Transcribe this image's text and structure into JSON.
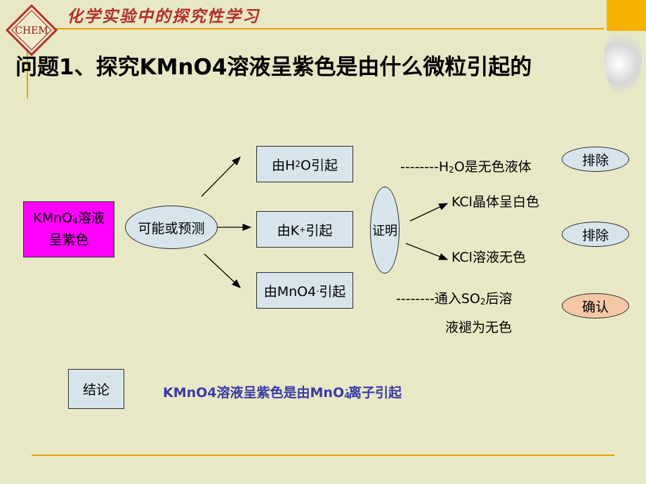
{
  "header": {
    "title": "化学实验中的探究性学习",
    "logo_text": "CHEM"
  },
  "question": "问题1、探究KMnO4溶液呈紫色是由什么微粒引起的",
  "start": {
    "line1_a": "KMnO",
    "line1_sub": "4",
    "line1_b": "溶液",
    "line2": "呈紫色"
  },
  "possible": "可能或预测",
  "options": {
    "h2o": {
      "a": "由H",
      "sub": "2",
      "b": "O引起"
    },
    "k": {
      "a": "由K",
      "sup": "+",
      "b": "引起"
    },
    "mno4": {
      "a": "由MnO4",
      "sup": "-",
      "b": "引起"
    }
  },
  "proof": "证明",
  "notes": {
    "h2o": {
      "a": "--------H",
      "sub": "2",
      "b": "O是无色液体"
    },
    "kcl_solid": "KCl晶体呈白色",
    "kcl_soln": "KCl溶液无色",
    "so2_line1": {
      "a": "--------通入SO",
      "sub": "2",
      "b": "后溶"
    },
    "so2_line2": "液褪为无色"
  },
  "tags": {
    "exclude1": "排除",
    "exclude2": "排除",
    "confirm": "确认"
  },
  "conclusion": {
    "label": "结论",
    "a": "KMnO4溶液呈紫色是由MnO",
    "sub": "4",
    "sup": "-",
    "b": "离子引起"
  },
  "colors": {
    "background": "#e9e8c6",
    "start_fill": "#ff00ff",
    "box_fill": "#d7e4ec",
    "confirm_fill": "#f4c8a6",
    "conclusion_text": "#3a3aa8",
    "header_title": "#b0302a",
    "rule": "#e8a000"
  }
}
